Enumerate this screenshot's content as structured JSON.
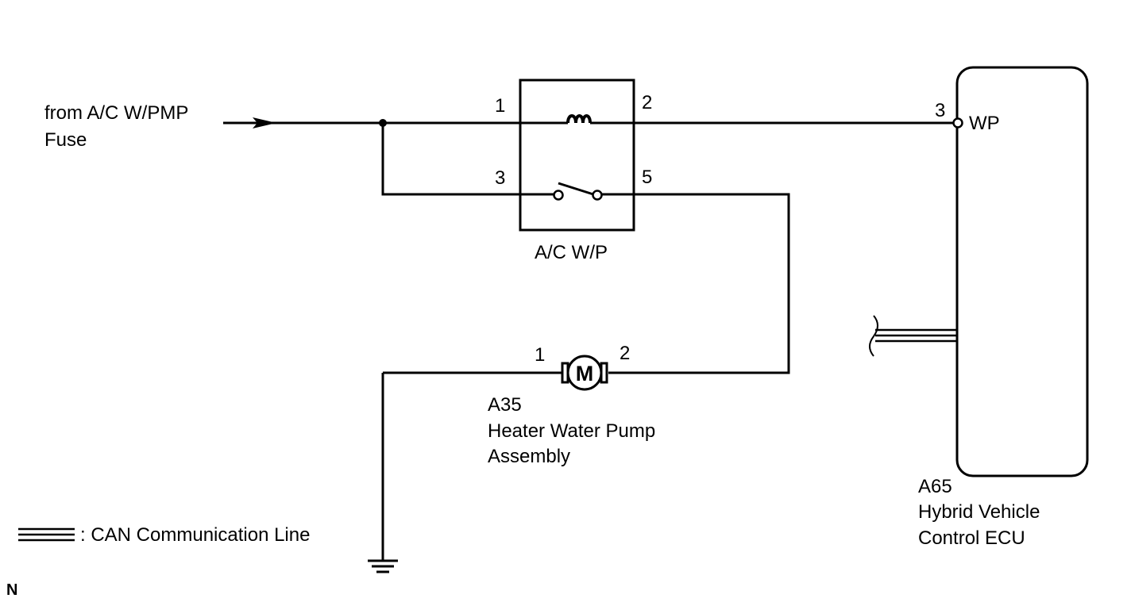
{
  "source": {
    "line1": "from A/C W/PMP",
    "line2": "Fuse"
  },
  "relay": {
    "name": "A/C W/P",
    "pins": {
      "p1": "1",
      "p2": "2",
      "p3": "3",
      "p5": "5"
    }
  },
  "pump": {
    "code": "A35",
    "name_line1": "Heater Water Pump",
    "name_line2": "Assembly",
    "motor_symbol": "M",
    "pins": {
      "p1": "1",
      "p2": "2"
    }
  },
  "ecu": {
    "code": "A65",
    "name_line1": "Hybrid Vehicle",
    "name_line2": "Control ECU",
    "pin_number": "3",
    "pin_label": "WP"
  },
  "legend": {
    "text": ": CAN Communication Line"
  },
  "corner_mark": "N"
}
